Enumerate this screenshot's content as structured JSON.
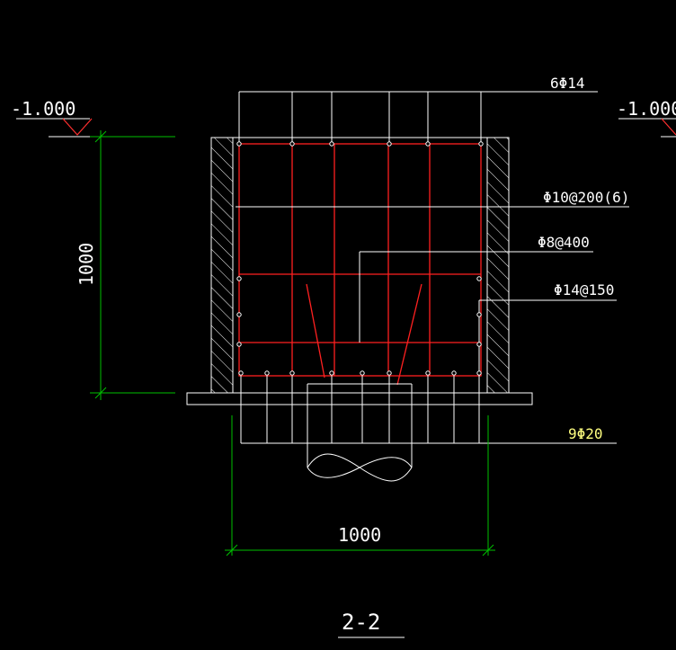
{
  "drawing": {
    "section_title": "2-2",
    "elevation_left": "-1.000",
    "elevation_right": "-1.000",
    "dim_vertical": "1000",
    "dim_horizontal": "1000",
    "labels": {
      "top_bars": "6Φ14",
      "stirrup": "Φ10@200(6)",
      "tie": "Φ8@400",
      "side_bars": "Φ14@150",
      "bottom_bars": "9Φ20"
    },
    "colors": {
      "background": "#000000",
      "linework": "#ffffff",
      "rebar": "#ff2020",
      "dimension": "#00c000",
      "label_yellow": "#ffff80"
    }
  }
}
